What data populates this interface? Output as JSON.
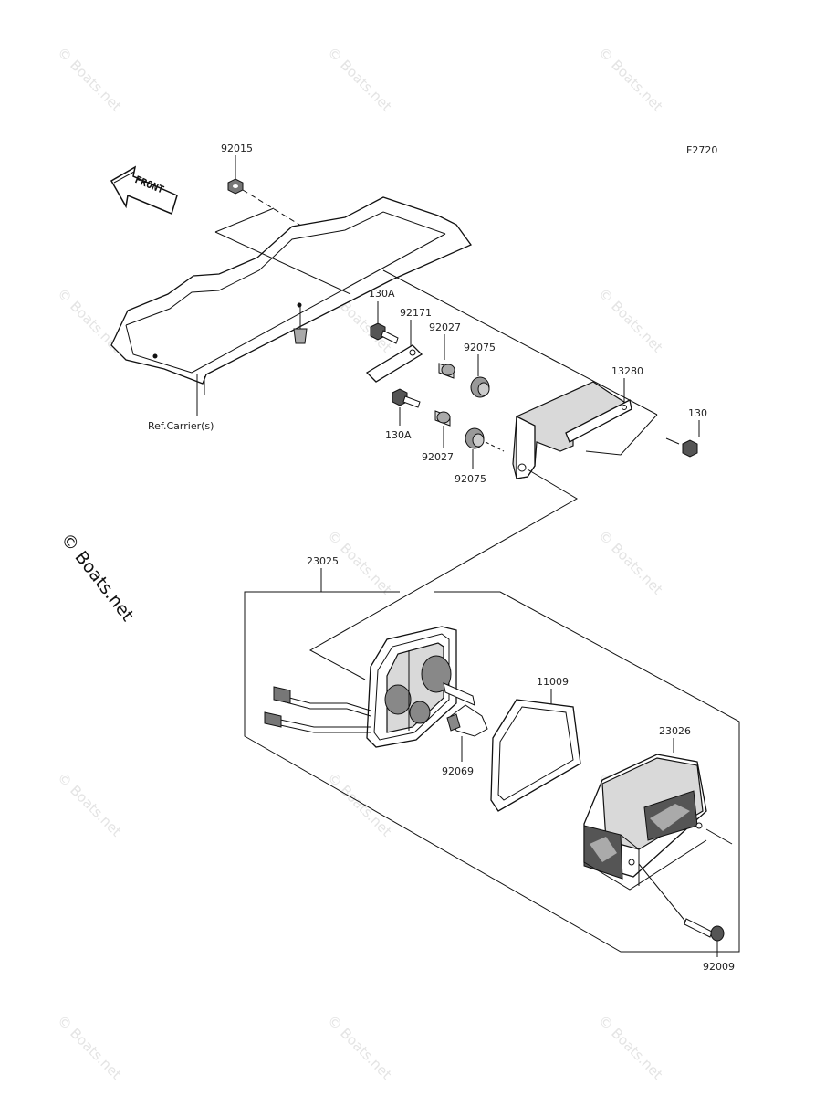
{
  "diagram": {
    "figure_code": "F2720",
    "labels": {
      "p92015": "92015",
      "p130A_top": "130A",
      "p92171": "92171",
      "p92027_top": "92027",
      "p92075_top": "92075",
      "p13280": "13280",
      "p130": "130",
      "p130A_bottom": "130A",
      "p92027_bottom": "92027",
      "p92075_bottom": "92075",
      "ref_carrier": "Ref.Carrier(s)",
      "p23025": "23025",
      "p11009": "11009",
      "p23026": "23026",
      "p92069": "92069",
      "p92009": "92009"
    },
    "front_arrow_text": "FRONT",
    "watermark_text": "© Boats.net",
    "watermark_main": "© Boats.net"
  }
}
